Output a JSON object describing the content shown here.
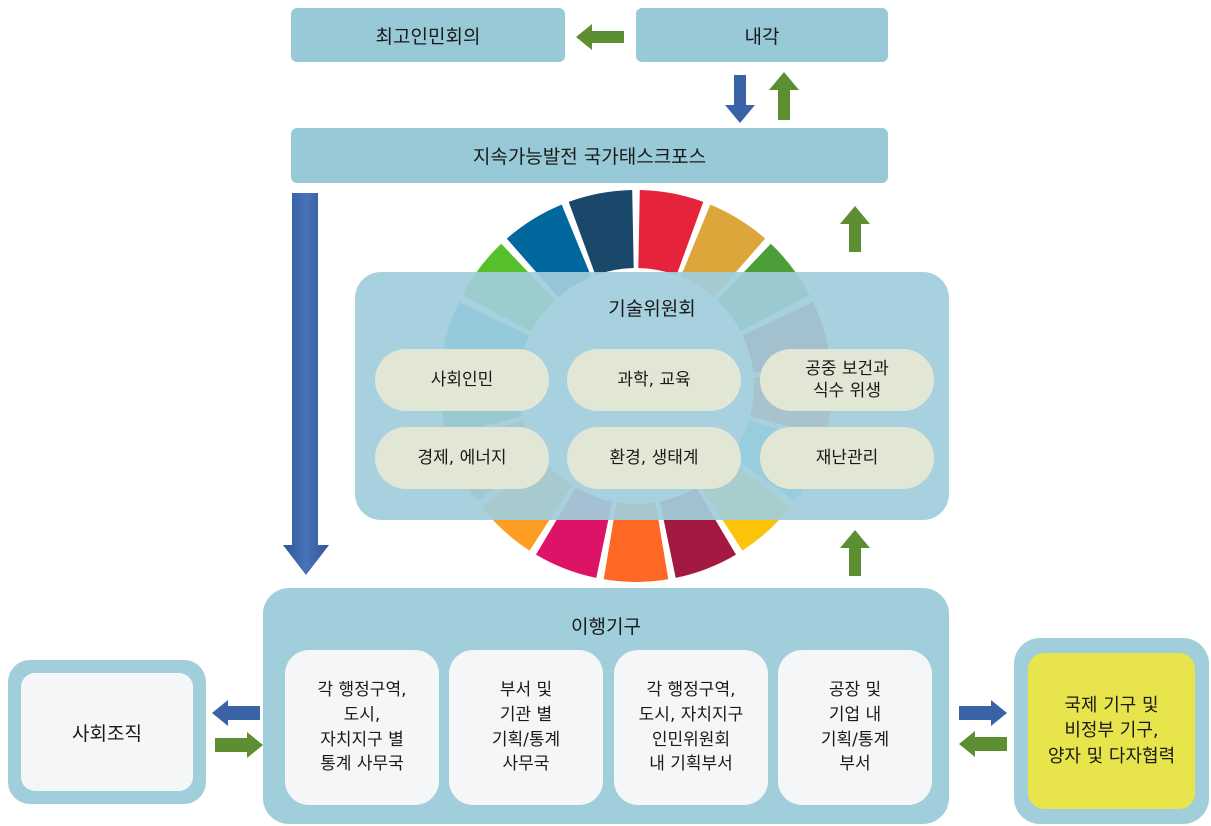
{
  "top": {
    "left_box": "최고인민회의",
    "right_box": "내각"
  },
  "task_force": "지속가능발전 국가태스크포스",
  "committee": {
    "title": "기술위원회",
    "items": [
      "사회인민",
      "과학, 교육",
      "공중 보건과\n식수 위생",
      "경제, 에너지",
      "환경, 생태계",
      "재난관리"
    ]
  },
  "implementation": {
    "title": "이행기구",
    "items": [
      "각 행정구역,\n도시,\n자치지구 별\n통계 사무국",
      "부서 및\n기관 별\n기획/통계\n사무국",
      "각 행정구역,\n도시, 자치지구\n인민위원회\n내 기획부서",
      "공장 및\n기업 내\n기획/통계\n부서"
    ]
  },
  "left_side": "사회조직",
  "right_side": "국제 기구 및\n비정부 기구,\n양자 및 다자협력",
  "colors": {
    "panel": "#a0cedb",
    "pill": "#e2e7d5",
    "highlight": "#e8e44c",
    "arrow_green": "#5e8e32",
    "arrow_blue": "#3a62a6",
    "wheel": [
      "#e5243b",
      "#dda63a",
      "#4c9f38",
      "#c5192d",
      "#ff3a21",
      "#26bde2",
      "#fcc30b",
      "#a21942",
      "#fd6925",
      "#dd1367",
      "#fd9d24",
      "#bf8b2e",
      "#3f7e44",
      "#0a97d9",
      "#56c02b",
      "#00689d",
      "#19486a"
    ]
  }
}
